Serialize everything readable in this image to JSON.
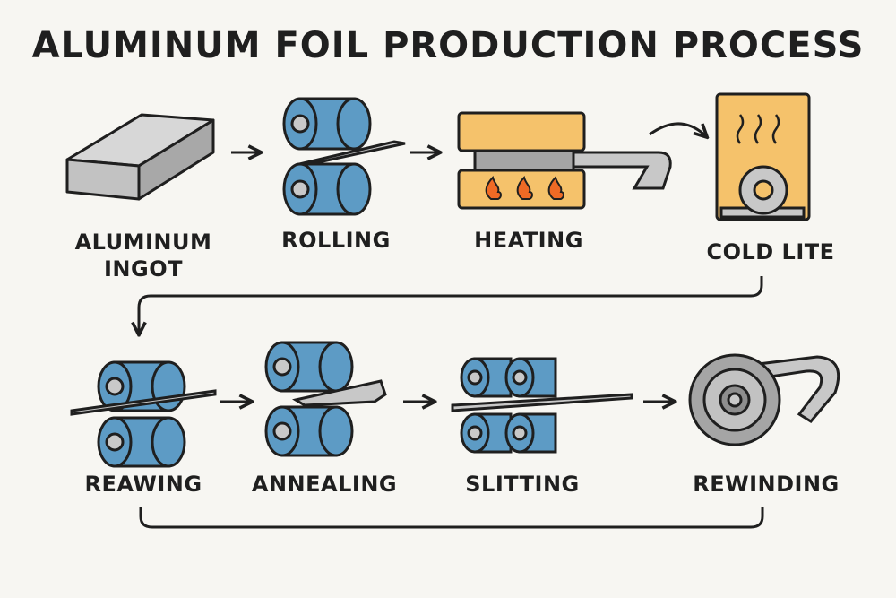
{
  "title": "ALUMINUM FOIL PRODUCTION PROCESS",
  "steps": [
    {
      "label_lines": [
        "ALUMINUM",
        "INGOT"
      ],
      "icon": "ingot-icon"
    },
    {
      "label_lines": [
        "ROLLING"
      ],
      "icon": "rolling-mill-icon"
    },
    {
      "label_lines": [
        "HEATING"
      ],
      "icon": "furnace-icon"
    },
    {
      "label_lines": [
        "COLD LITE"
      ],
      "icon": "cold-chamber-icon"
    },
    {
      "label_lines": [
        "REAWING"
      ],
      "icon": "rolling-mill-icon"
    },
    {
      "label_lines": [
        "ANNEALING"
      ],
      "icon": "annealing-rollers-icon"
    },
    {
      "label_lines": [
        "SLITTING"
      ],
      "icon": "slitting-rollers-icon"
    },
    {
      "label_lines": [
        "REWINDING"
      ],
      "icon": "foil-roll-icon"
    }
  ],
  "colors": {
    "outline": "#1f1f1f",
    "roller_blue": "#5d9bc5",
    "roller_core": "#c9c9c9",
    "metal_gray": "#c8c8c8",
    "metal_dark": "#a5a5a5",
    "furnace_orange": "#f5c26b",
    "flame": "#ef6a25",
    "background": "#f7f6f2"
  }
}
